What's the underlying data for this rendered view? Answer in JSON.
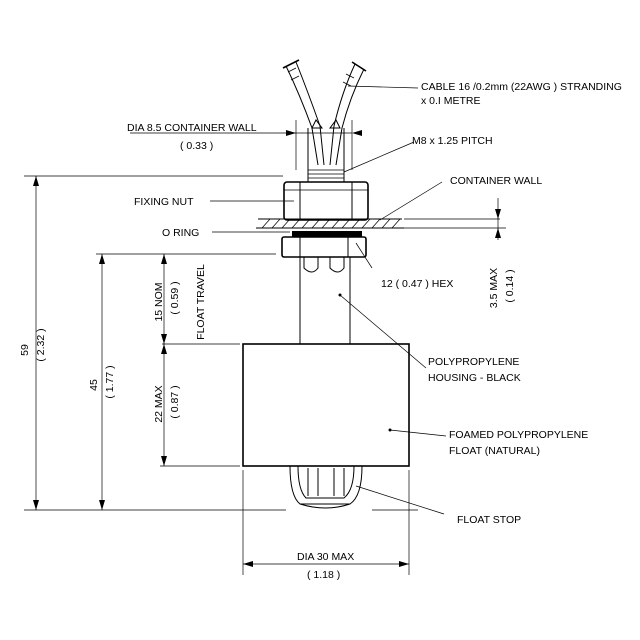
{
  "labels": {
    "cable_line1": "CABLE 16 /0.2mm (22AWG ) STRANDING",
    "cable_line2": "x 0.I  METRE",
    "container_wall_dia": "DIA 8.5 CONTAINER WALL",
    "container_wall_dia_in": "( 0.33 )",
    "pitch": "M8 x 1.25 PITCH",
    "container_wall": "CONTAINER WALL",
    "fixing_nut": "FIXING NUT",
    "o_ring": "O RING",
    "hex": "12 ( 0.47 ) HEX",
    "housing_line1": "POLYPROPYLENE",
    "housing_line2": "HOUSING - BLACK",
    "float_line1": "FOAMED POLYPROPYLENE",
    "float_line2": "FLOAT (NATURAL)",
    "float_stop": "FLOAT STOP",
    "dia_max": "DIA 30 MAX",
    "dia_max_in": "( 1.18 )"
  },
  "dimensions": {
    "overall": "59",
    "overall_in": "( 2.32 )",
    "below_wall": "45",
    "below_wall_in": "( 1.77 )",
    "nom": "15 NOM",
    "nom_in": "( 0.59 )",
    "float_travel": "FLOAT TRAVEL",
    "float_max": "22 MAX",
    "float_max_in": "( 0.87 )",
    "wall_max": "3.5 MAX",
    "wall_max_in": "( 0.14 )"
  }
}
